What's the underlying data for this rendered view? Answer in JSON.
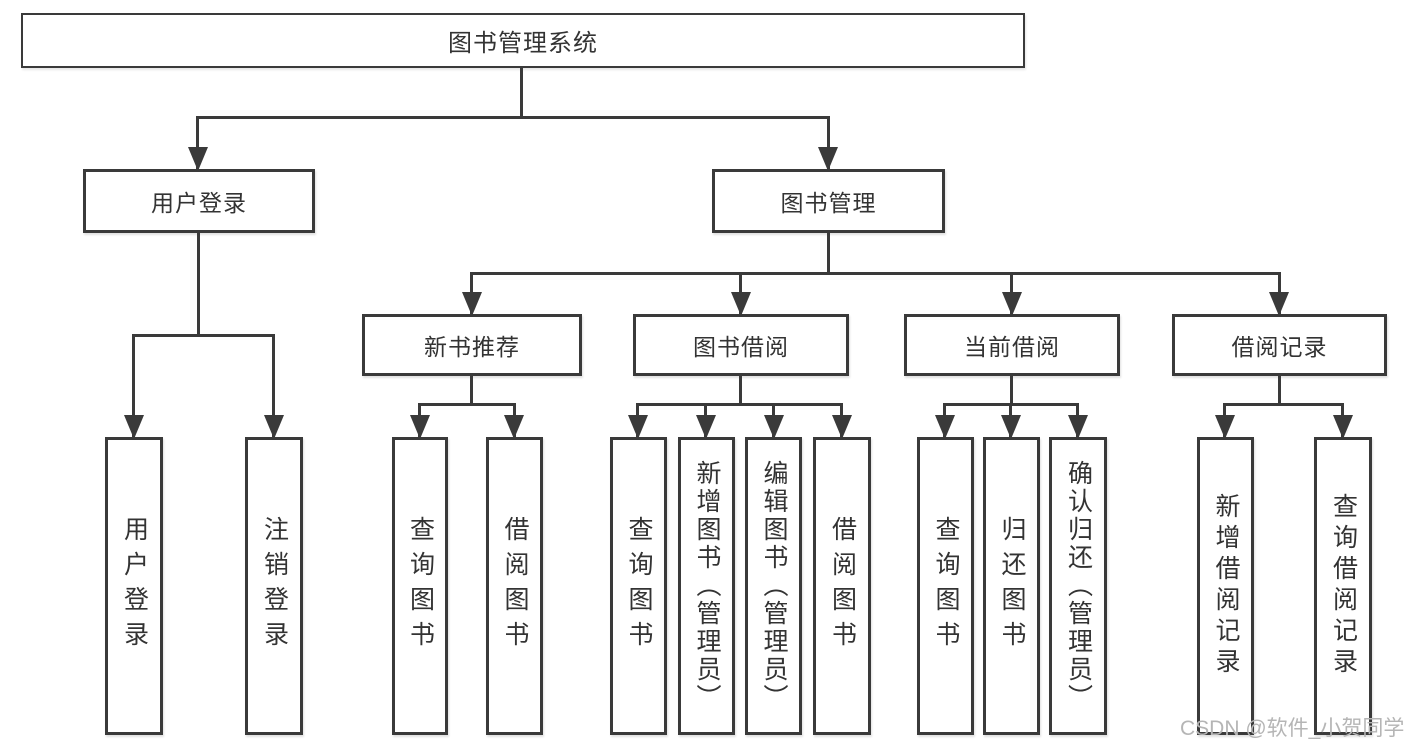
{
  "colors": {
    "line": "#3a3a3a",
    "text": "#333333",
    "watermark": "#b5b5b5",
    "background": "#ffffff"
  },
  "watermark": {
    "text": "CSDN @软件_小贺同学"
  },
  "diagram": {
    "type": "hierarchy-flowchart",
    "root": {
      "label": "图书管理系统",
      "children": [
        {
          "label": "用户登录",
          "children": [
            {
              "label": "用户登录"
            },
            {
              "label": "注销登录"
            }
          ]
        },
        {
          "label": "图书管理",
          "children": [
            {
              "label": "新书推荐",
              "children": [
                {
                  "label": "查询图书"
                },
                {
                  "label": "借阅图书"
                }
              ]
            },
            {
              "label": "图书借阅",
              "children": [
                {
                  "label": "查询图书"
                },
                {
                  "label": "新增图书（管理员）"
                },
                {
                  "label": "编辑图书（管理员）"
                },
                {
                  "label": "借阅图书"
                }
              ]
            },
            {
              "label": "当前借阅",
              "children": [
                {
                  "label": "查询图书"
                },
                {
                  "label": "归还图书"
                },
                {
                  "label": "确认归还（管理员）"
                }
              ]
            },
            {
              "label": "借阅记录",
              "children": [
                {
                  "label": "新增借阅记录"
                },
                {
                  "label": "查询借阅记录"
                }
              ]
            }
          ]
        }
      ]
    }
  }
}
